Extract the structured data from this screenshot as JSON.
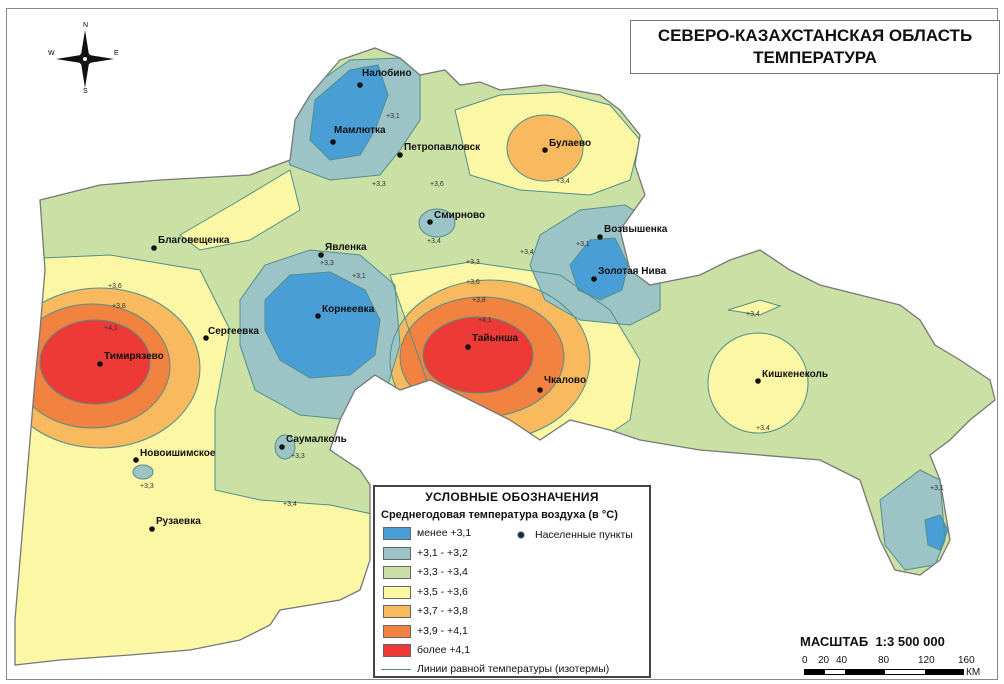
{
  "map": {
    "title_line1": "СЕВЕРО-КАЗАХСТАНСКАЯ ОБЛАСТЬ",
    "title_line2": "ТЕМПЕРАТУРА"
  },
  "compass": {
    "n": "N",
    "s": "S",
    "e": "E",
    "w": "W"
  },
  "colors": {
    "c1": "#4a9ed6",
    "c2": "#9cc3c6",
    "c3": "#cbe0a4",
    "c4": "#fbf7a4",
    "c5": "#f9b95e",
    "c6": "#f2823f",
    "c7": "#ee3a36",
    "isoline": "#4f8f8c",
    "border": "#777777"
  },
  "cities": [
    "Налобино",
    "Мамлютка",
    "Петропавловск",
    "Булаево",
    "Смирново",
    "Благовещенка",
    "Явленка",
    "Возвышенка",
    "Золотая Нива",
    "Корнеевка",
    "Сергеевка",
    "Тимирязево",
    "Тайынша",
    "Чкалово",
    "Кишкенеколь",
    "Саумалколь",
    "Новоишимское",
    "Рузаевка"
  ],
  "isotherm_labels": [
    "+3,1",
    "+3,3",
    "+3,6",
    "+3,4",
    "+3,3",
    "+3,4",
    "+3,1",
    "+3,3",
    "+3,1",
    "+3,6",
    "+3,8",
    "+4,1",
    "+3,4",
    "+3,6",
    "+3,8",
    "+4,1",
    "+3,4",
    "+3,4",
    "+3,3",
    "+3,3",
    "+3,4",
    "+3,1"
  ],
  "legend": {
    "title": "УСЛОВНЫЕ ОБОЗНАЧЕНИЯ",
    "subtitle": "Среднегодовая температура воздуха (в °С)",
    "items": [
      {
        "label": "менее +3,1",
        "color": "#4a9ed6"
      },
      {
        "label": "+3,1 - +3,2",
        "color": "#9cc3c6"
      },
      {
        "label": "+3,3 - +3,4",
        "color": "#cbe0a4"
      },
      {
        "label": "+3,5 - +3,6",
        "color": "#fbf7a4"
      },
      {
        "label": "+3,7 - +3,8",
        "color": "#f9b95e"
      },
      {
        "label": "+3,9 - +4,1",
        "color": "#f2823f"
      },
      {
        "label": "более +4,1",
        "color": "#ee3a36"
      }
    ],
    "settlements_label": "Населенные пункты",
    "isoline_label": "Линии равной температуры (изотермы)"
  },
  "scale": {
    "label": "МАСШТАБ",
    "ratio": "1:3 500 000",
    "ticks": [
      "0",
      "20",
      "40",
      "80",
      "120",
      "160"
    ],
    "unit": "КМ"
  }
}
